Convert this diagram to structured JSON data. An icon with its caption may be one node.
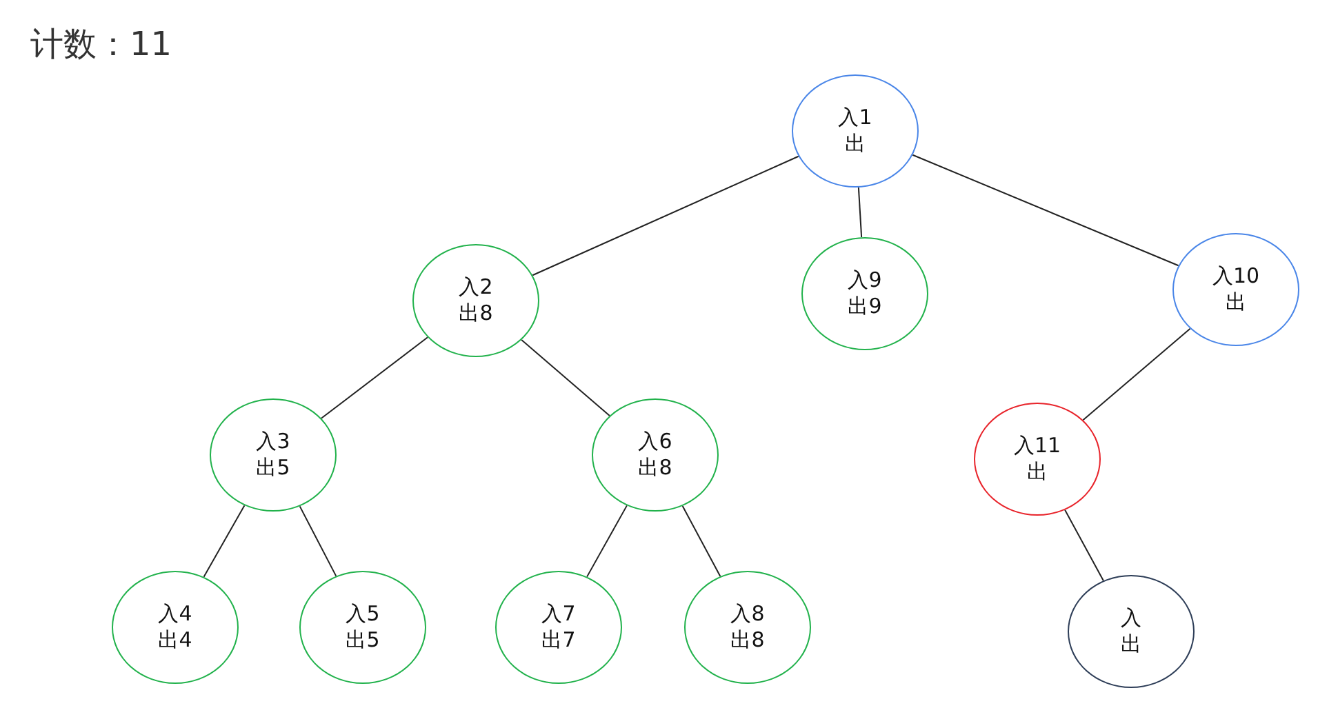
{
  "diagram": {
    "title": "计数：11",
    "nodes": [
      {
        "text": [
          "入1",
          "出"
        ]
      },
      {
        "text": [
          "入2",
          "出8"
        ]
      },
      {
        "text": [
          "入9",
          "出9"
        ]
      },
      {
        "text": [
          "入10",
          "出"
        ]
      },
      {
        "text": [
          "入3",
          "出5"
        ]
      },
      {
        "text": [
          "入6",
          "出8"
        ]
      },
      {
        "text": [
          "入11",
          "出"
        ]
      },
      {
        "text": [
          "入4",
          "出4"
        ]
      },
      {
        "text": [
          "入5",
          "出5"
        ]
      },
      {
        "text": [
          "入7",
          "出7"
        ]
      },
      {
        "text": [
          "入8",
          "出8"
        ]
      },
      {
        "text": [
          "入",
          "出"
        ]
      }
    ],
    "edges": [
      {
        "from": 0,
        "to": 1,
        "arrow": "none"
      },
      {
        "from": 0,
        "to": 2,
        "arrow": "none"
      },
      {
        "from": 0,
        "to": 3,
        "arrow": "none"
      },
      {
        "from": 1,
        "to": 4,
        "arrow": "none"
      },
      {
        "from": 1,
        "to": 5,
        "arrow": "none"
      },
      {
        "from": 4,
        "to": 7,
        "arrow": "none"
      },
      {
        "from": 4,
        "to": 8,
        "arrow": "none"
      },
      {
        "from": 5,
        "to": 9,
        "arrow": "none"
      },
      {
        "from": 5,
        "to": 10,
        "arrow": "none"
      },
      {
        "from": 3,
        "to": 6,
        "arrow": "none"
      },
      {
        "from": 6,
        "to": 11,
        "arrow": "none"
      }
    ]
  }
}
